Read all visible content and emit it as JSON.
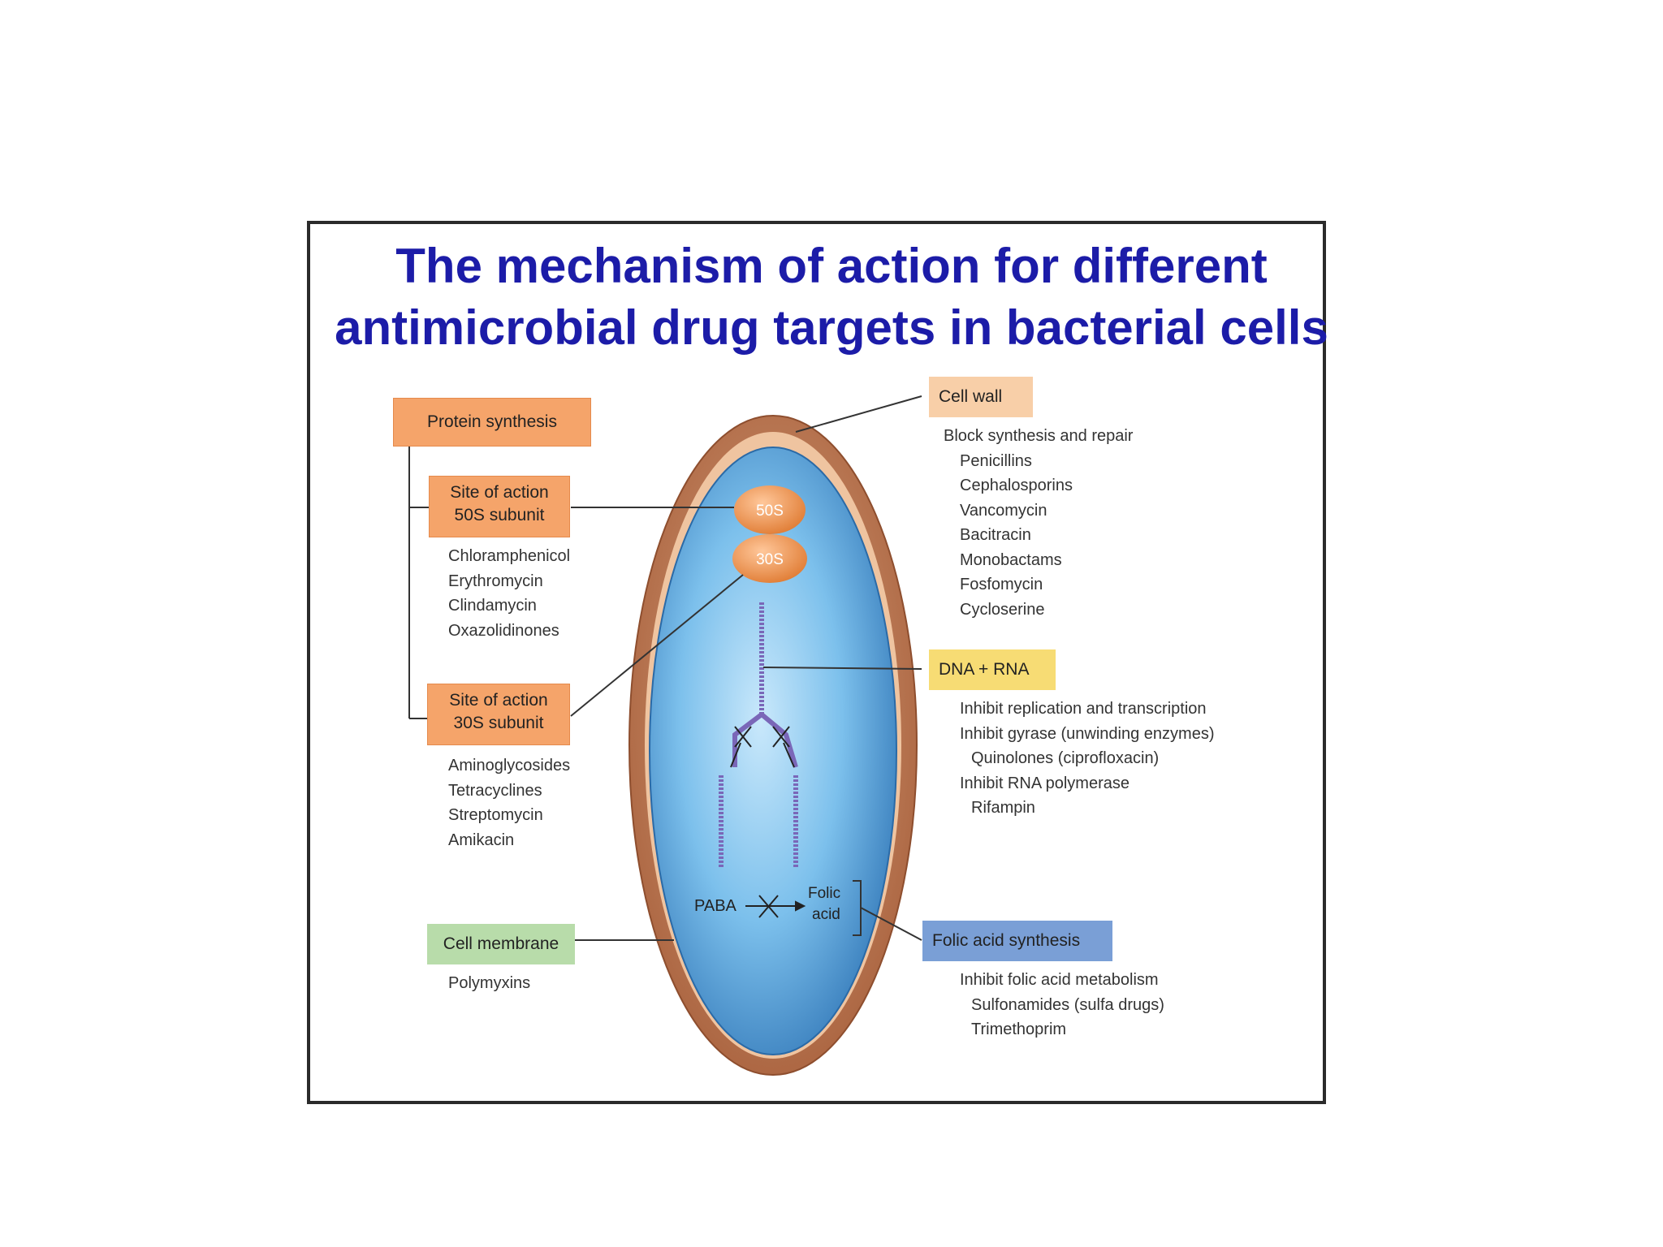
{
  "title": {
    "line1": "The mechanism of action for different",
    "line2": "antimicrobial drug targets in bacterial cells"
  },
  "protein_synthesis": {
    "label": "Protein synthesis",
    "site_50s": {
      "line1": "Site of action",
      "line2": "50S subunit"
    },
    "drugs_50s": [
      "Chloramphenicol",
      "Erythromycin",
      "Clindamycin",
      "Oxazolidinones"
    ],
    "site_30s": {
      "line1": "Site of action",
      "line2": "30S subunit"
    },
    "drugs_30s": [
      "Aminoglycosides",
      "Tetracyclines",
      "Streptomycin",
      "Amikacin"
    ]
  },
  "cell_membrane": {
    "label": "Cell membrane",
    "drugs": [
      "Polymyxins"
    ]
  },
  "cell_wall": {
    "label": "Cell wall",
    "heading": "Block synthesis and repair",
    "drugs": [
      "Penicillins",
      "Cephalosporins",
      "Vancomycin",
      "Bacitracin",
      "Monobactams",
      "Fosfomycin",
      "Cycloserine"
    ]
  },
  "dna_rna": {
    "label": "DNA + RNA",
    "lines": [
      {
        "text": "Inhibit replication and transcription",
        "indent": false
      },
      {
        "text": "Inhibit gyrase (unwinding enzymes)",
        "indent": false
      },
      {
        "text": "Quinolones (ciprofloxacin)",
        "indent": true
      },
      {
        "text": "Inhibit RNA polymerase",
        "indent": false
      },
      {
        "text": "Rifampin",
        "indent": true
      }
    ]
  },
  "folic_acid": {
    "label": "Folic acid synthesis",
    "lines": [
      {
        "text": "Inhibit folic acid metabolism",
        "indent": false
      },
      {
        "text": "Sulfonamides (sulfa drugs)",
        "indent": true
      },
      {
        "text": "Trimethoprim",
        "indent": true
      }
    ]
  },
  "cell": {
    "ribosome_50s": "50S",
    "ribosome_30s": "30S",
    "paba": "PABA",
    "folic_line1": "Folic",
    "folic_line2": "acid"
  },
  "colors": {
    "title": "#1c1ca8",
    "protein_box": "#f5a46a",
    "cell_wall_box": "#f8cfa8",
    "dna_box": "#f7dc74",
    "membrane_box": "#b8dcaa",
    "folic_box": "#7a9fd6",
    "cell_wall": "#b8704a",
    "cytoplasm": "#7cc0ec"
  }
}
